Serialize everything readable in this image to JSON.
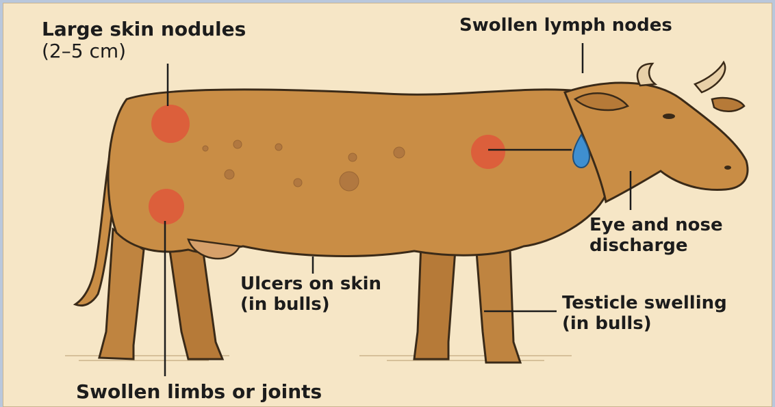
{
  "labels": {
    "skin_nodules": {
      "line1": "Large skin nodules",
      "line2": "(2–5 cm)"
    },
    "lymph_nodes": {
      "line1": "Swollen lymph nodes"
    },
    "eye_nose": {
      "line1": "Eye and nose",
      "line2": "discharge"
    },
    "ulcers": {
      "line1": "Ulcers on skin",
      "line2": "(in bulls)"
    },
    "testicle": {
      "line1": "Testicle swelling",
      "line2": "(in bulls)"
    },
    "limbs": {
      "line1": "Swollen limbs or joints"
    }
  },
  "colors": {
    "background": "#f6e6c6",
    "cow_body": "#c98d45",
    "nodule": "#de5a3a",
    "tear": "#3f8fd0",
    "outline": "#3a2a18"
  }
}
